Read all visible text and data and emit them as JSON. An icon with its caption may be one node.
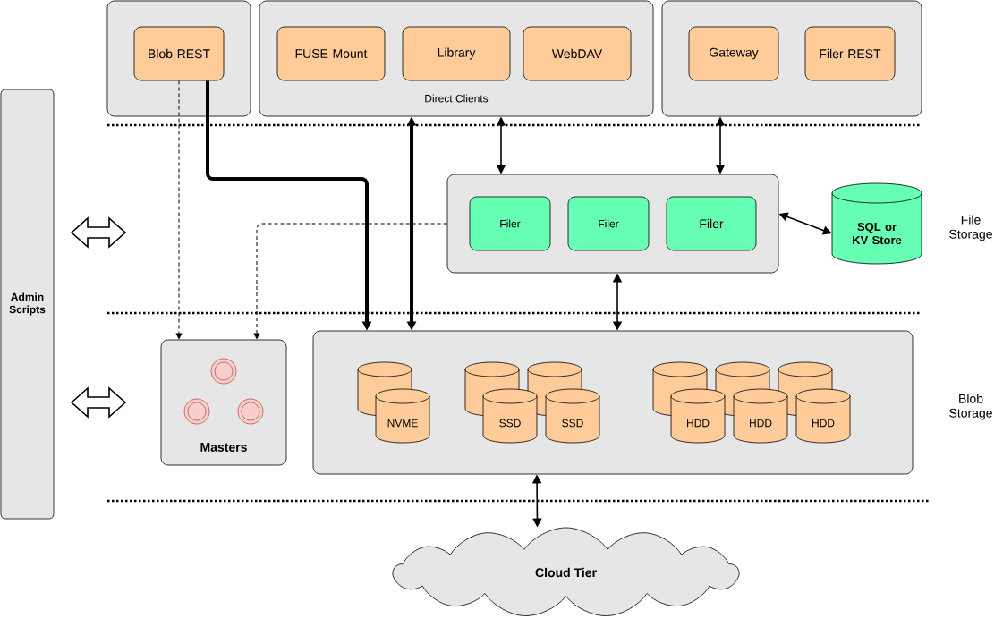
{
  "diagram": {
    "nodes": [
      {
        "text": [],
        "shape": "box"
      },
      {
        "text": [
          "Blob REST"
        ],
        "in": 0
      },
      {
        "text": [
          "Direct Clients"
        ]
      },
      {
        "text": [
          "FUSE Mount"
        ],
        "in": 2
      },
      {
        "text": [
          "Library"
        ],
        "in": 2
      },
      {
        "text": [
          "WebDAV"
        ],
        "in": 2
      },
      {
        "text": [],
        "shape": "box"
      },
      {
        "text": [
          "Gateway"
        ],
        "in": 6
      },
      {
        "text": [
          "Filer REST"
        ],
        "in": 6
      },
      {
        "text": [],
        "shape": "box"
      },
      {
        "text": [
          "Filer"
        ],
        "in": 9
      },
      {
        "text": [
          "Filer"
        ],
        "in": 9
      },
      {
        "text": [
          "Filer"
        ],
        "in": 9
      },
      {
        "text": [
          "SQL or KV Store"
        ]
      },
      {
        "text": [
          "Admin Scripts"
        ]
      },
      {
        "text": [
          "Masters"
        ]
      },
      {
        "text": [],
        "shape": "box"
      },
      {
        "text": [],
        "shape": "cylinder",
        "in": 16
      },
      {
        "text": [
          "NVME"
        ],
        "in": 16
      },
      {
        "text": [],
        "shape": "cylinder",
        "in": 16
      },
      {
        "text": [],
        "shape": "cylinder",
        "in": 16
      },
      {
        "text": [
          "SSD"
        ],
        "in": 16
      },
      {
        "text": [
          "SSD"
        ],
        "in": 16
      },
      {
        "text": [],
        "shape": "cylinder",
        "in": 16
      },
      {
        "text": [],
        "shape": "cylinder",
        "in": 16
      },
      {
        "text": [],
        "shape": "cylinder",
        "in": 16
      },
      {
        "text": [
          "HDD"
        ],
        "in": 16
      },
      {
        "text": [
          "HDD"
        ],
        "in": 16
      },
      {
        "text": [
          "HDD"
        ],
        "in": 16
      },
      {
        "text": [
          "Cloud Tier"
        ]
      }
    ],
    "edges": [
      {
        "from": 1,
        "to": 16,
        "arrow": "to",
        "style": "thick"
      },
      {
        "from": 1,
        "to": 15,
        "arrow": "to",
        "style": "dashed"
      },
      {
        "from": 2,
        "to": 16,
        "arrow": "both",
        "style": "thick"
      },
      {
        "from": 2,
        "to": 9,
        "arrow": "both"
      },
      {
        "from": 6,
        "to": 9,
        "arrow": "both"
      },
      {
        "from": 9,
        "to": 15,
        "arrow": "to",
        "style": "dashed"
      },
      {
        "from": 9,
        "to": 13,
        "arrow": "both"
      },
      {
        "from": 9,
        "to": 16,
        "arrow": "both"
      },
      {
        "from": 16,
        "to": 29,
        "arrow": "both"
      }
    ],
    "labels": [
      "File Storage",
      "Blob Storage"
    ]
  }
}
